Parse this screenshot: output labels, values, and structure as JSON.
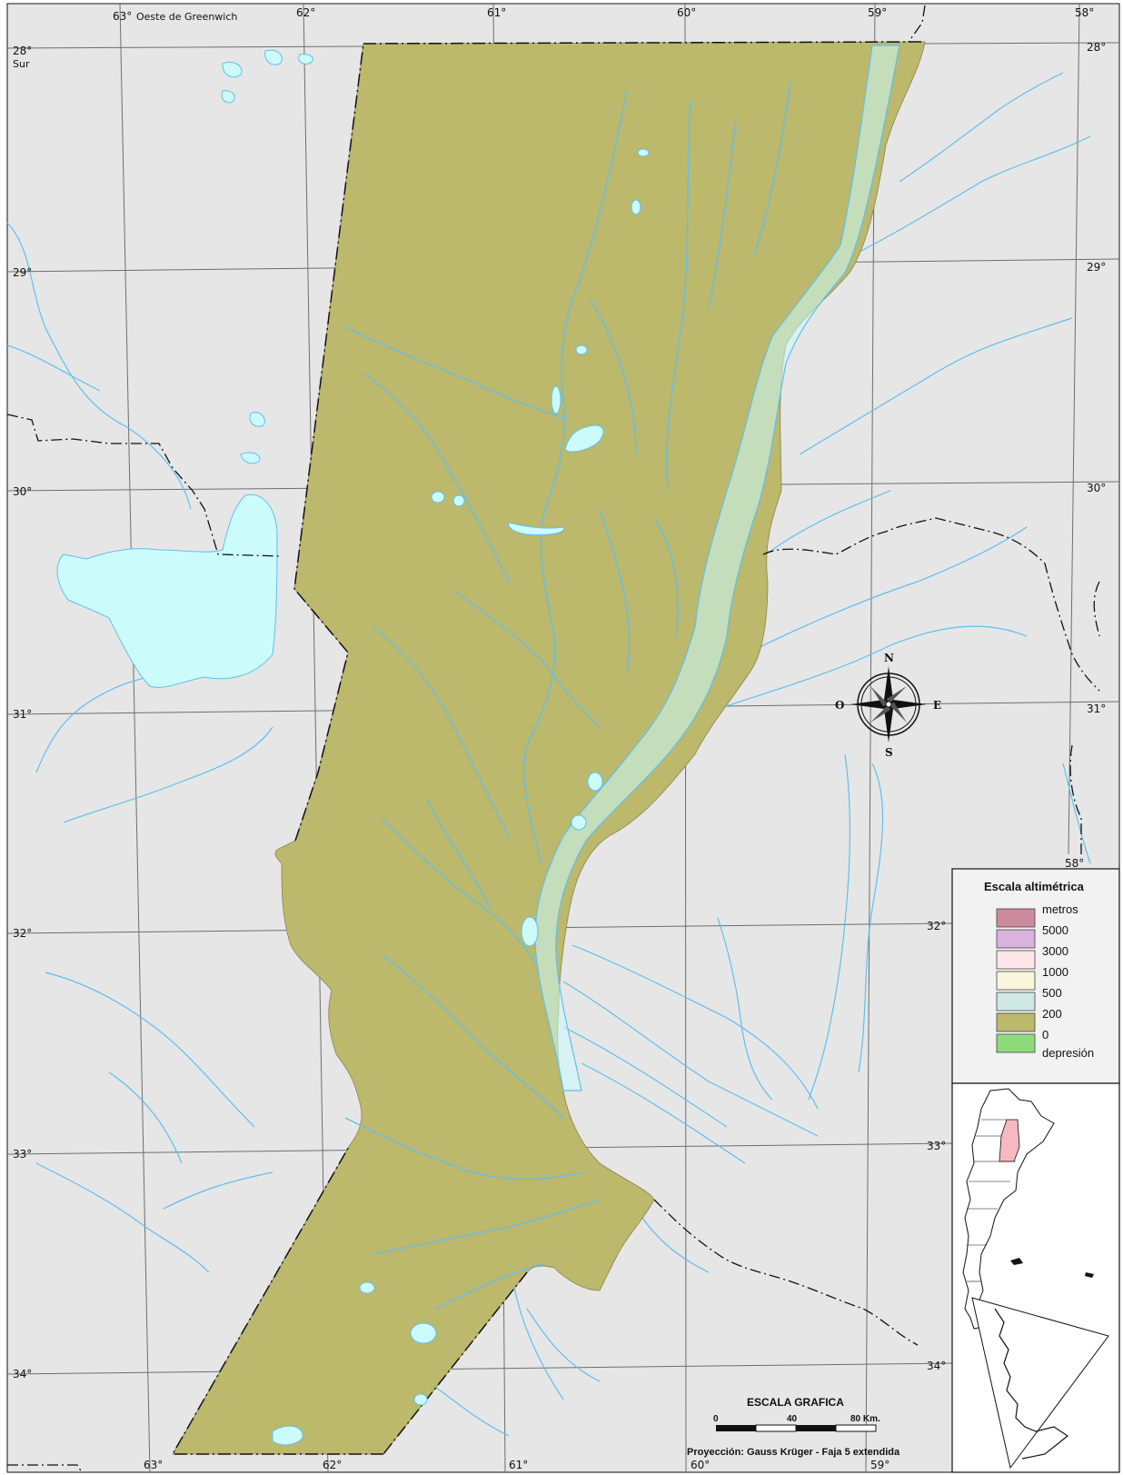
{
  "map": {
    "colors": {
      "background": "#e6e6e6",
      "province": "#bcb86c",
      "water": "#cbfbfb",
      "river": "#5fbfef",
      "grid": "#6e6e6e",
      "border": "#111111"
    },
    "top_labels": {
      "lon63": "63°",
      "west_of": "Oeste de Greenwich",
      "lon62": "62°",
      "lon61": "61°",
      "lon60": "60°",
      "lon59": "59°",
      "lon58": "58°"
    },
    "bottom_labels": {
      "lon63": "63°",
      "lon62": "62°",
      "lon61": "61°",
      "lon60": "60°",
      "lon59": "59°"
    },
    "left_labels": {
      "lat28": "28°",
      "south": "Sur",
      "lat29": "29°",
      "lat30": "30°",
      "lat31": "31°",
      "lat32": "32°",
      "lat33": "33°",
      "lat34": "34°"
    },
    "right_labels": {
      "lat28": "28°",
      "lat29": "29°",
      "lat30": "30°",
      "lat31": "31°",
      "lat32": "32°",
      "lat33": "33°",
      "lat34": "34°",
      "lon58_inner": "58°"
    },
    "compass": {
      "n": "N",
      "s": "S",
      "e": "E",
      "w": "O"
    }
  },
  "legend": {
    "title": "Escala altimétrica",
    "unit": "metros",
    "items": [
      {
        "label": "5000",
        "color": "#cc8a9e"
      },
      {
        "label": "3000",
        "color": "#d9b2de"
      },
      {
        "label": "1000",
        "color": "#fde6ea"
      },
      {
        "label": "500",
        "color": "#f9f6dc"
      },
      {
        "label": "200",
        "color": "#cfe8e5"
      },
      {
        "label": "0",
        "color": "#bcb86c"
      },
      {
        "label": "depresión",
        "color": "#8fdb7c"
      }
    ]
  },
  "scale_bar": {
    "title": "ESCALA GRAFICA",
    "ticks": [
      "0",
      "40",
      "80 Km."
    ],
    "projection": "Proyección: Gauss Krüger - Faja 5 extendida"
  },
  "inset": {
    "highlight_color": "#f7b9c0"
  }
}
